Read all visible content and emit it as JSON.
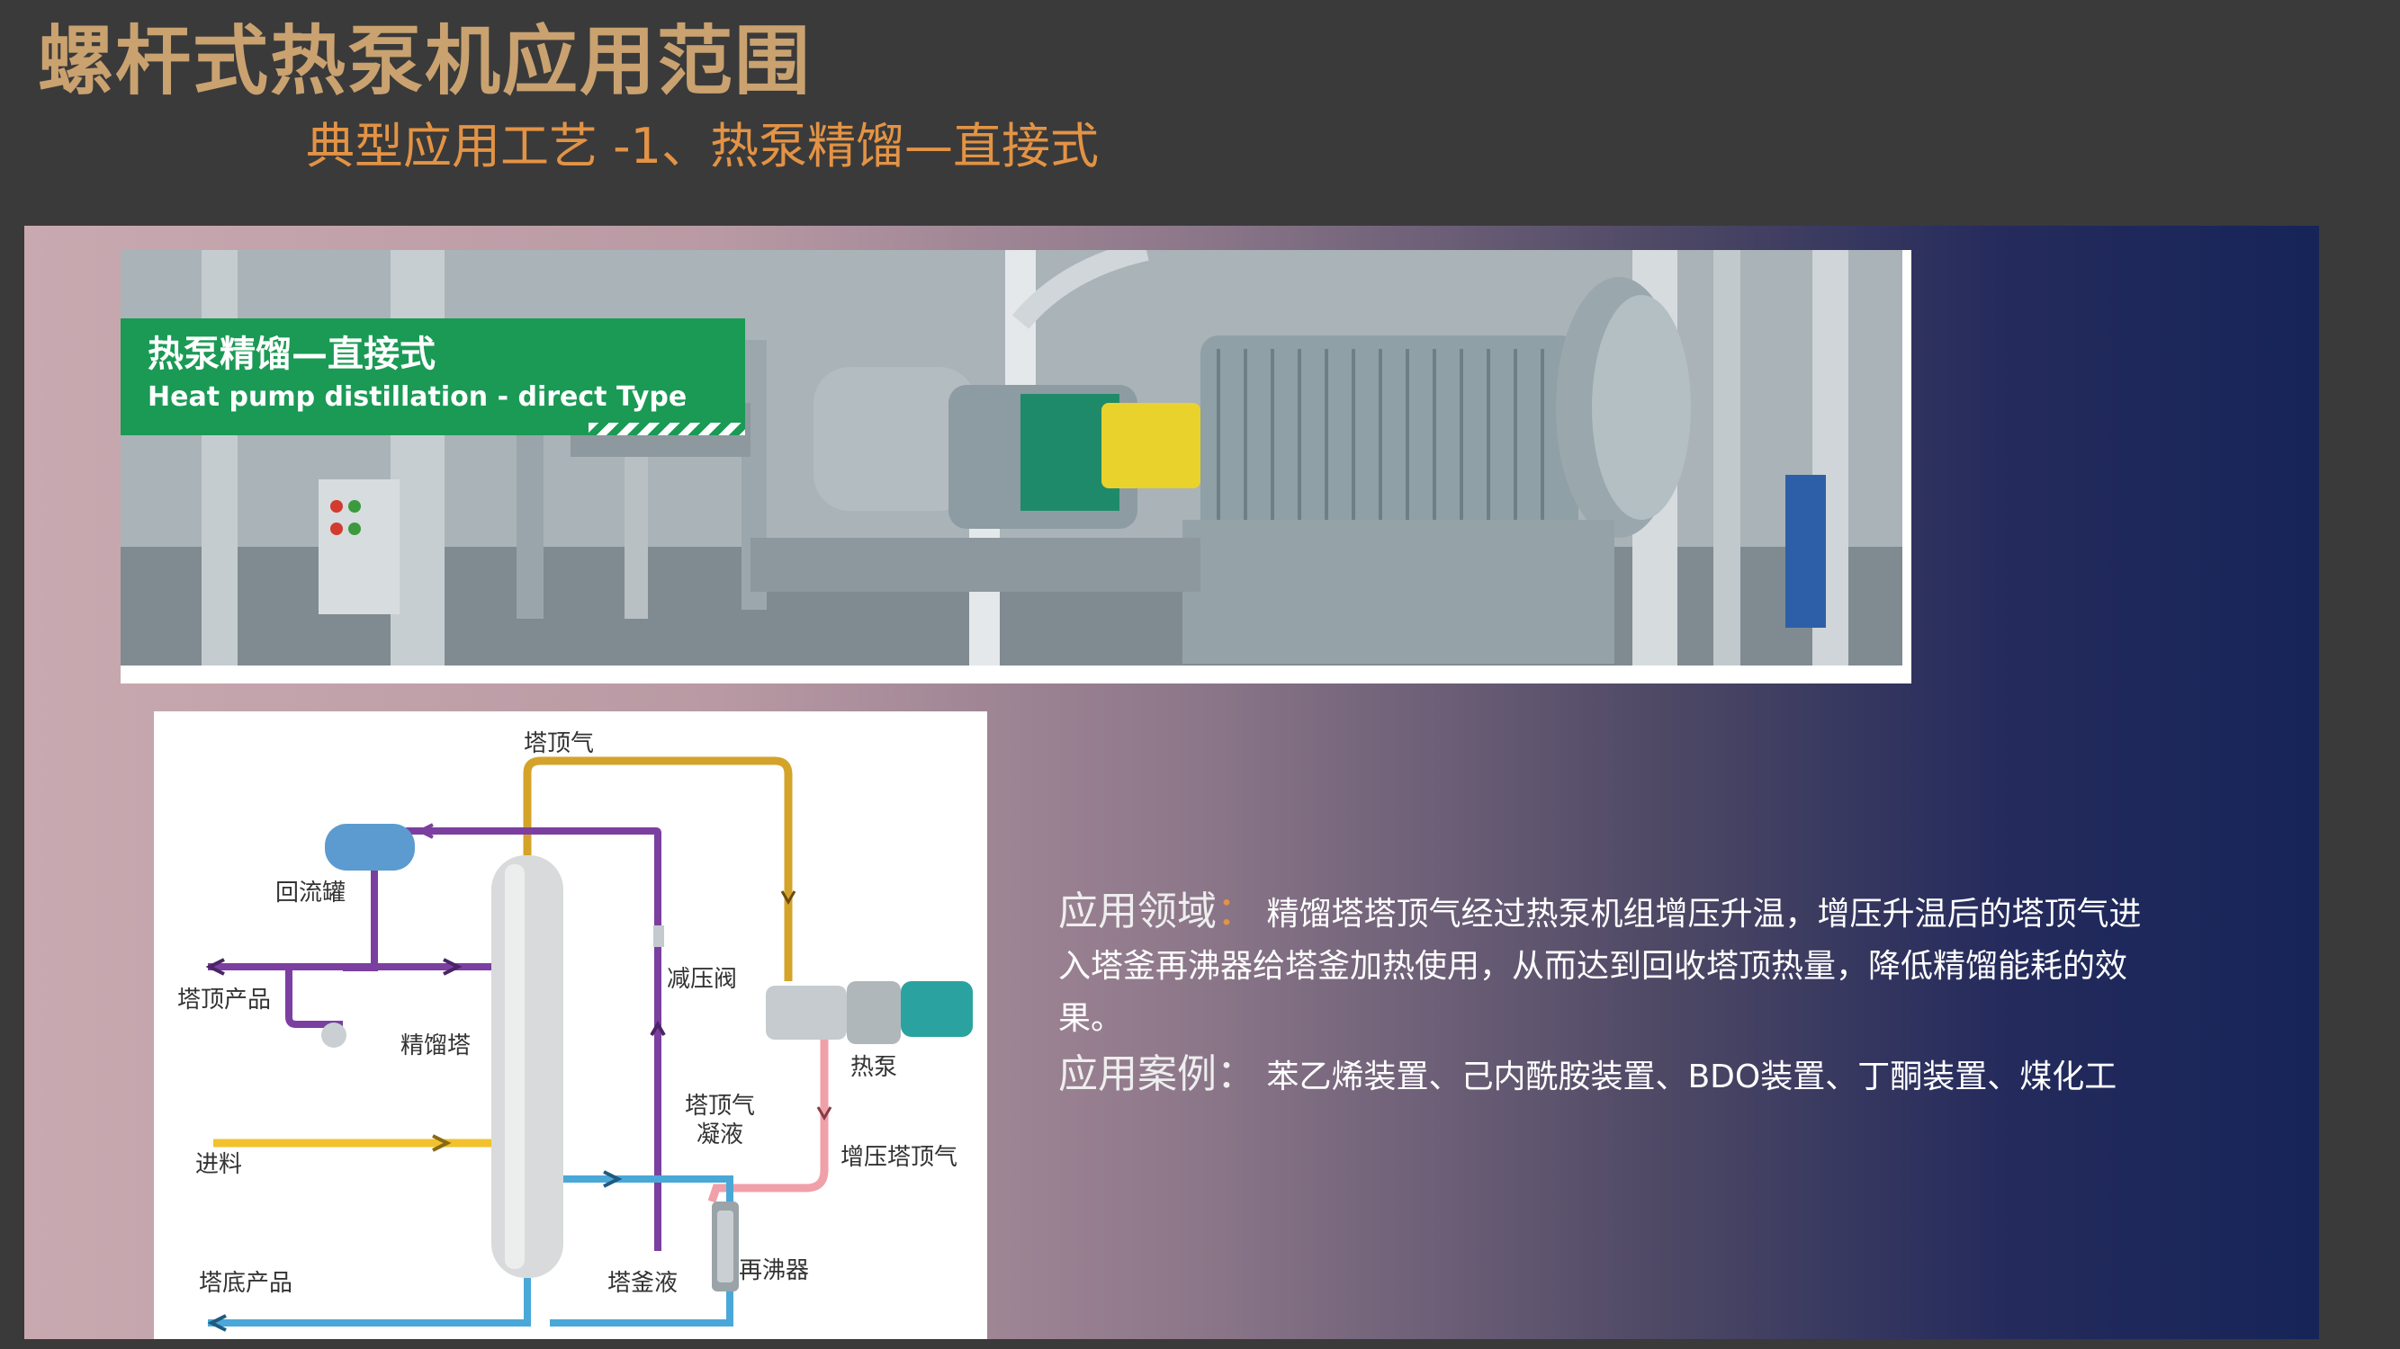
{
  "page": {
    "title": "螺杆式热泵机应用范围",
    "subtitle": "典型应用工艺 -1、热泵精馏—直接式"
  },
  "banner": {
    "title_cn": "热泵精馏—直接式",
    "title_en": "Heat pump distillation - direct Type"
  },
  "diagram": {
    "labels": {
      "top_vapor": "塔顶气",
      "reflux_tank": "回流罐",
      "top_product": "塔顶产品",
      "column": "精馏塔",
      "pressure_valve": "减压阀",
      "heat_pump": "热泵",
      "condensate": "塔顶气\n凝液",
      "pressurized_vapor": "增压塔顶气",
      "feed": "进料",
      "bottom_product": "塔底产品",
      "kettle_liquid": "塔釜液",
      "reboiler": "再沸器"
    },
    "colors": {
      "vapor": "#d4a32a",
      "reflux": "#7b3fa0",
      "compressed": "#f0a0a8",
      "feed": "#f2c12e",
      "bottom": "#4aa8d8"
    }
  },
  "description": {
    "field_heading": "应用领域",
    "field_text": "精馏塔塔顶气经过热泵机组增压升温，增压升温后的塔顶气进入塔釜再沸器给塔釜加热使用，从而达到回收塔顶热量，降低精馏能耗的效果。",
    "case_heading": "应用案例",
    "case_text": "苯乙烯装置、己内酰胺装置、BDO装置、丁酮装置、煤化工"
  }
}
